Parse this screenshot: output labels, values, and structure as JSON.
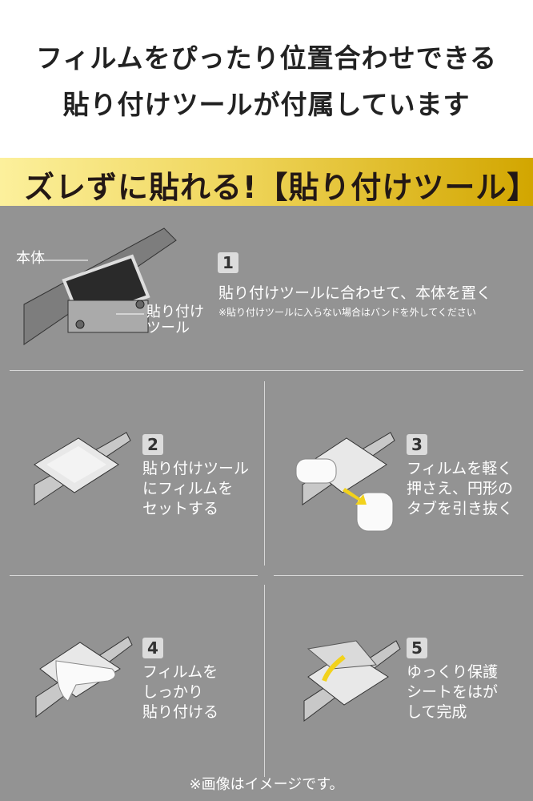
{
  "header": {
    "line1": "フィルムをぴったり位置合わせできる",
    "line2": "貼り付けツールが付属しています"
  },
  "banner": {
    "title": "ズレずに貼れる!【貼り付けツール】"
  },
  "step1": {
    "number": "1",
    "text": "貼り付けツールに合わせて、本体を置く",
    "note": "※貼り付けツールに入らない場合はバンドを外してください",
    "label_body": "本体",
    "label_tool": "貼り付け\nツール"
  },
  "step2": {
    "number": "2",
    "text": "貼り付けツール\nにフィルムを\nセットする"
  },
  "step3": {
    "number": "3",
    "text": "フィルムを軽く\n押さえ、円形の\nタブを引き抜く"
  },
  "step4": {
    "number": "4",
    "text": "フィルムを\nしっかり\n貼り付ける"
  },
  "step5": {
    "number": "5",
    "text": "ゆっくり保護\nシートをはが\nして完成"
  },
  "footer": {
    "note": "※画像はイメージです。"
  },
  "colors": {
    "panel": "#939393",
    "accent": "#f2d21c"
  }
}
